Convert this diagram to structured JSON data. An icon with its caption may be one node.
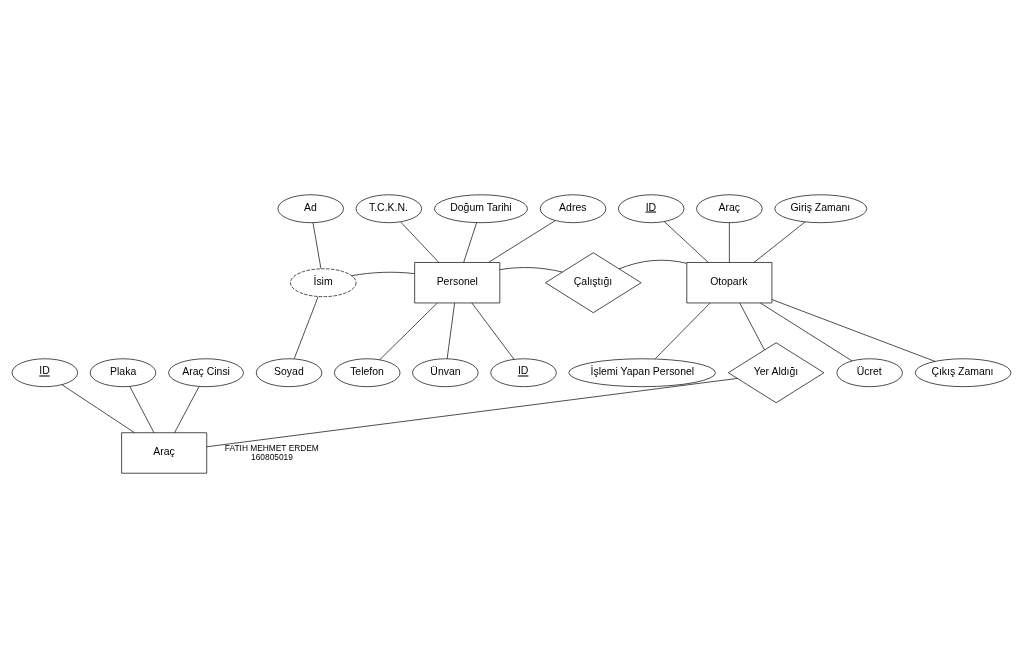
{
  "diagram": {
    "nodes": [
      {
        "text": [
          "Personel"
        ]
      },
      {
        "text": [
          "T.C.K.N."
        ]
      },
      {
        "text": [
          "Doğum Tarihi"
        ]
      },
      {
        "text": [
          "Adres"
        ]
      },
      {
        "text": [
          "Ad"
        ]
      },
      {
        "text": [
          "İsim"
        ]
      },
      {
        "text": [
          "Soyad"
        ]
      },
      {
        "text": [
          "Telefon"
        ]
      },
      {
        "text": [
          "Ünvan"
        ]
      },
      {
        "text": [
          "ID"
        ]
      },
      {
        "text": [
          "Çalıştığı"
        ]
      },
      {
        "text": [
          "ID"
        ]
      },
      {
        "text": [
          "Araç"
        ]
      },
      {
        "text": [
          "Giriş Zamanı"
        ]
      },
      {
        "text": [
          "Otopark"
        ]
      },
      {
        "text": [
          "Çıkış Zamanı"
        ]
      },
      {
        "text": [
          "İşlemi Yapan Personel"
        ]
      },
      {
        "text": [
          "Ücret"
        ]
      },
      {
        "text": [
          "Yer Aldığı"
        ]
      },
      {
        "text": [
          "ID"
        ]
      },
      {
        "text": [
          "Plaka"
        ]
      },
      {
        "text": [
          "Araç Cinsi"
        ]
      },
      {
        "text": [
          "Araç"
        ]
      }
    ],
    "edges": [
      {
        "from": 1,
        "to": 0,
        "arrow": "none"
      },
      {
        "from": 2,
        "to": 0,
        "arrow": "none"
      },
      {
        "from": 3,
        "to": 0,
        "arrow": "none"
      },
      {
        "from": 4,
        "to": 5,
        "arrow": "none"
      },
      {
        "from": 6,
        "to": 5,
        "arrow": "none"
      },
      {
        "from": 5,
        "to": 0,
        "arrow": "none"
      },
      {
        "from": 7,
        "to": 0,
        "arrow": "none"
      },
      {
        "from": 8,
        "to": 0,
        "arrow": "none"
      },
      {
        "from": 9,
        "to": 0,
        "arrow": "none"
      },
      {
        "from": 0,
        "to": 10,
        "arrow": "none"
      },
      {
        "from": 10,
        "to": 14,
        "arrow": "none"
      },
      {
        "from": 11,
        "to": 14,
        "arrow": "none"
      },
      {
        "from": 12,
        "to": 14,
        "arrow": "none"
      },
      {
        "from": 13,
        "to": 14,
        "arrow": "none"
      },
      {
        "from": 15,
        "to": 14,
        "arrow": "none"
      },
      {
        "from": 16,
        "to": 14,
        "arrow": "none"
      },
      {
        "from": 17,
        "to": 14,
        "arrow": "none"
      },
      {
        "from": 14,
        "to": 18,
        "arrow": "none"
      },
      {
        "from": 18,
        "to": 22,
        "arrow": "none"
      },
      {
        "from": 19,
        "to": 22,
        "arrow": "none"
      },
      {
        "from": 20,
        "to": 22,
        "arrow": "none"
      },
      {
        "from": 21,
        "to": 22,
        "arrow": "none"
      }
    ],
    "labels": [
      "FATIH MEHMET ERDEM",
      "160805019"
    ]
  }
}
